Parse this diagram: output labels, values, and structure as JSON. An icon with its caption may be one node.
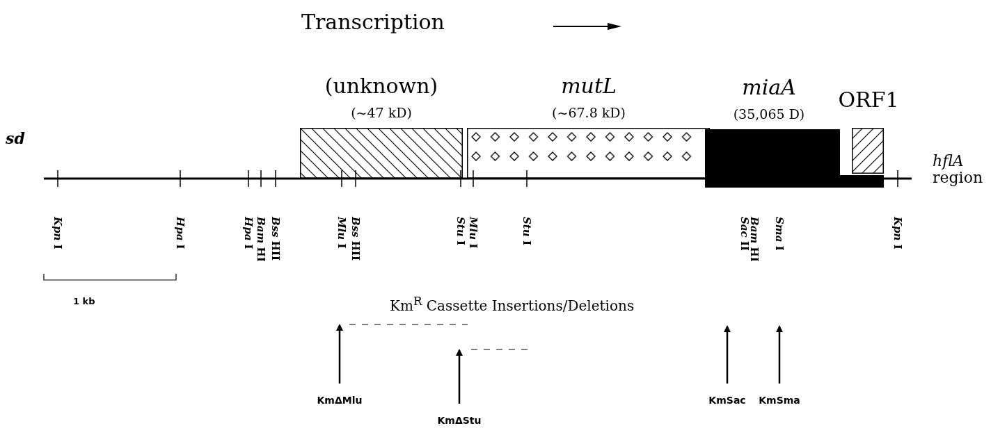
{
  "diagram": {
    "nodes": [
      {
        "text": [
          "(unknown)",
          "(~47 kD)"
        ]
      },
      {
        "text": [
          "mutL",
          "(~67.8 kD)"
        ]
      },
      {
        "text": [
          "miaA",
          "(35,065 D)"
        ]
      },
      {
        "text": [
          "ORF1"
        ]
      },
      {
        "text": [
          "KmΔMlu"
        ]
      },
      {
        "text": [
          "KmΔStu"
        ]
      },
      {
        "text": [
          "KmSac"
        ]
      },
      {
        "text": [
          "KmSma"
        ]
      }
    ],
    "edges": [
      {
        "from": 4,
        "to": null,
        "arrow": "to"
      },
      {
        "from": 5,
        "to": null,
        "arrow": "to"
      },
      {
        "from": 6,
        "to": null,
        "arrow": "to"
      },
      {
        "from": 7,
        "to": null,
        "arrow": "to"
      }
    ],
    "labels": [
      "Transcription",
      "*sd*",
      "*hflA* region",
      "*Kpn* I",
      "*Hpa* I",
      "*Hpa* I",
      "*Bam* HI",
      "*Bss* HII",
      "*Mlu* I",
      "*Bss* HII",
      "*Stu* I",
      "*Mlu* I",
      "*Stu* I",
      "*Sac* II",
      "*Bam* HI",
      "*Sma* I",
      "*Kpn* I",
      "1 kb",
      "Km$^{R}$ Cassette Insertions/Deletions"
    ]
  }
}
